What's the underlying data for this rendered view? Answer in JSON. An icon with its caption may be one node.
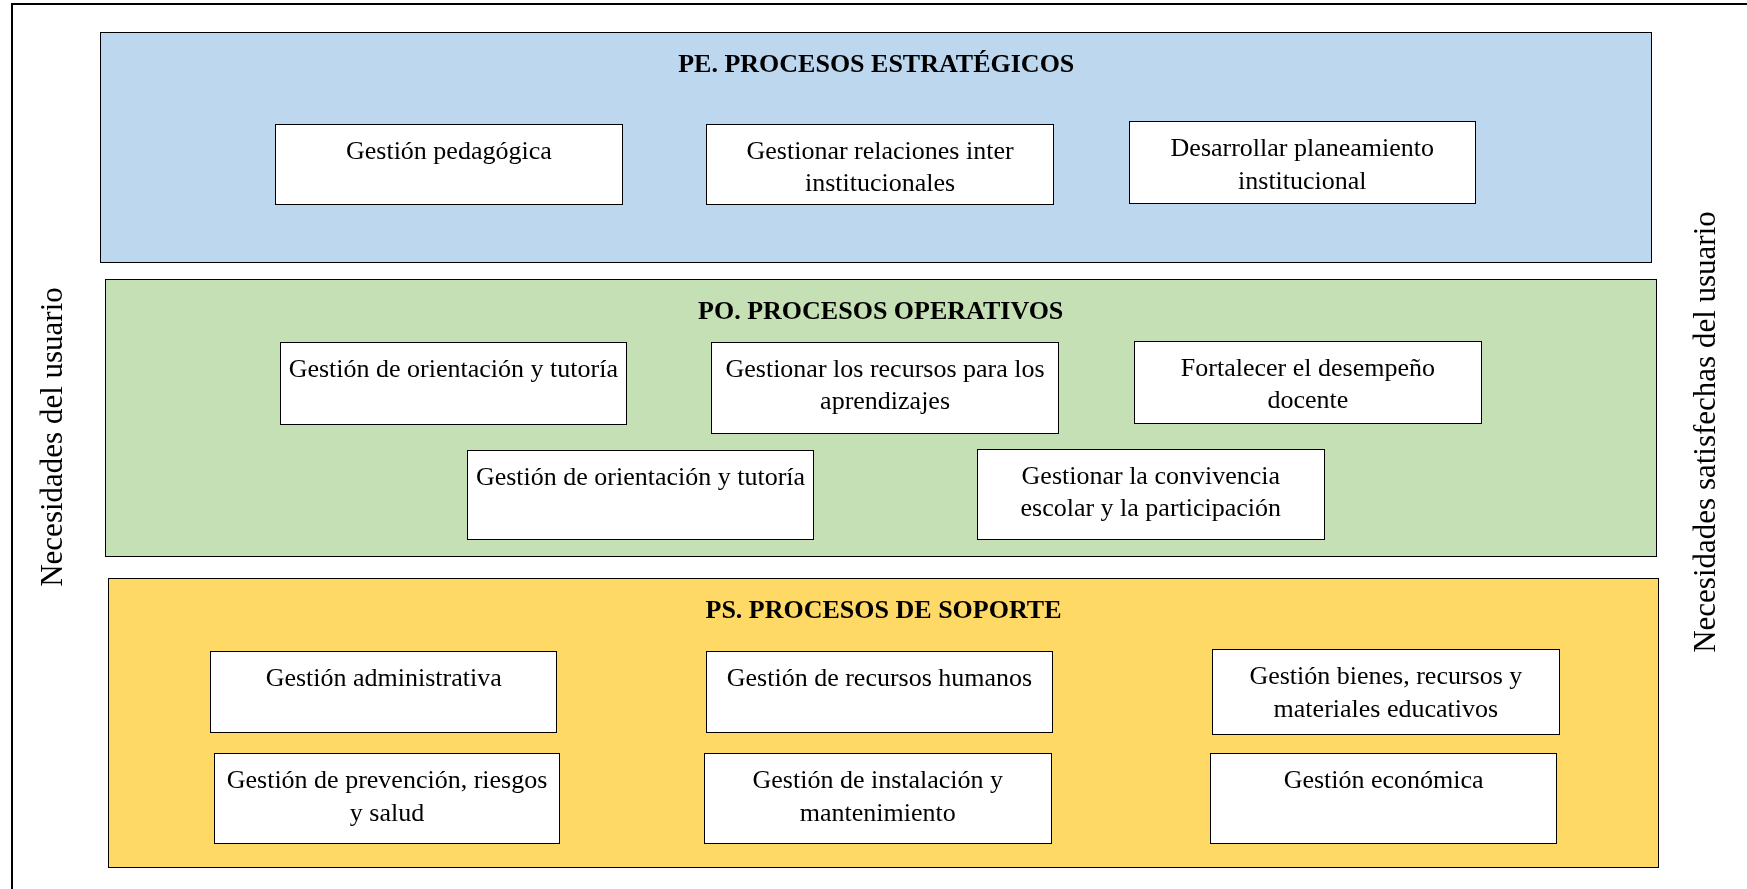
{
  "diagram": {
    "nodes": [
      {
        "text": [
          "PE. PROCESOS ESTRATÉGICOS"
        ]
      },
      {
        "text": [
          "Gestión pedagógica"
        ],
        "in": 0
      },
      {
        "text": [
          "Gestionar relaciones inter institucionales"
        ],
        "in": 0
      },
      {
        "text": [
          "Desarrollar planeamiento institucional"
        ],
        "in": 0
      },
      {
        "text": [
          "PO. PROCESOS OPERATIVOS"
        ]
      },
      {
        "text": [
          "Gestión de orientación y tutoría"
        ],
        "in": 4
      },
      {
        "text": [
          "Gestionar los recursos para los aprendizajes"
        ],
        "in": 4
      },
      {
        "text": [
          "Fortalecer el desempeño docente"
        ],
        "in": 4
      },
      {
        "text": [
          "Gestión de orientación y tutoría"
        ],
        "in": 4
      },
      {
        "text": [
          "Gestionar la convivencia escolar y la participación"
        ],
        "in": 4
      },
      {
        "text": [
          "PS. PROCESOS DE SOPORTE"
        ]
      },
      {
        "text": [
          "Gestión administrativa"
        ],
        "in": 10
      },
      {
        "text": [
          "Gestión de recursos humanos"
        ],
        "in": 10
      },
      {
        "text": [
          "Gestión bienes, recursos y materiales educativos"
        ],
        "in": 10
      },
      {
        "text": [
          "Gestión de prevención, riesgos y salud"
        ],
        "in": 10
      },
      {
        "text": [
          "Gestión de instalación y mantenimiento"
        ],
        "in": 10
      },
      {
        "text": [
          "Gestión económica"
        ],
        "in": 10
      }
    ],
    "edges": [],
    "labels": [
      "Necesidades del usuario",
      "Necesidades satisfechas del usuario"
    ]
  }
}
